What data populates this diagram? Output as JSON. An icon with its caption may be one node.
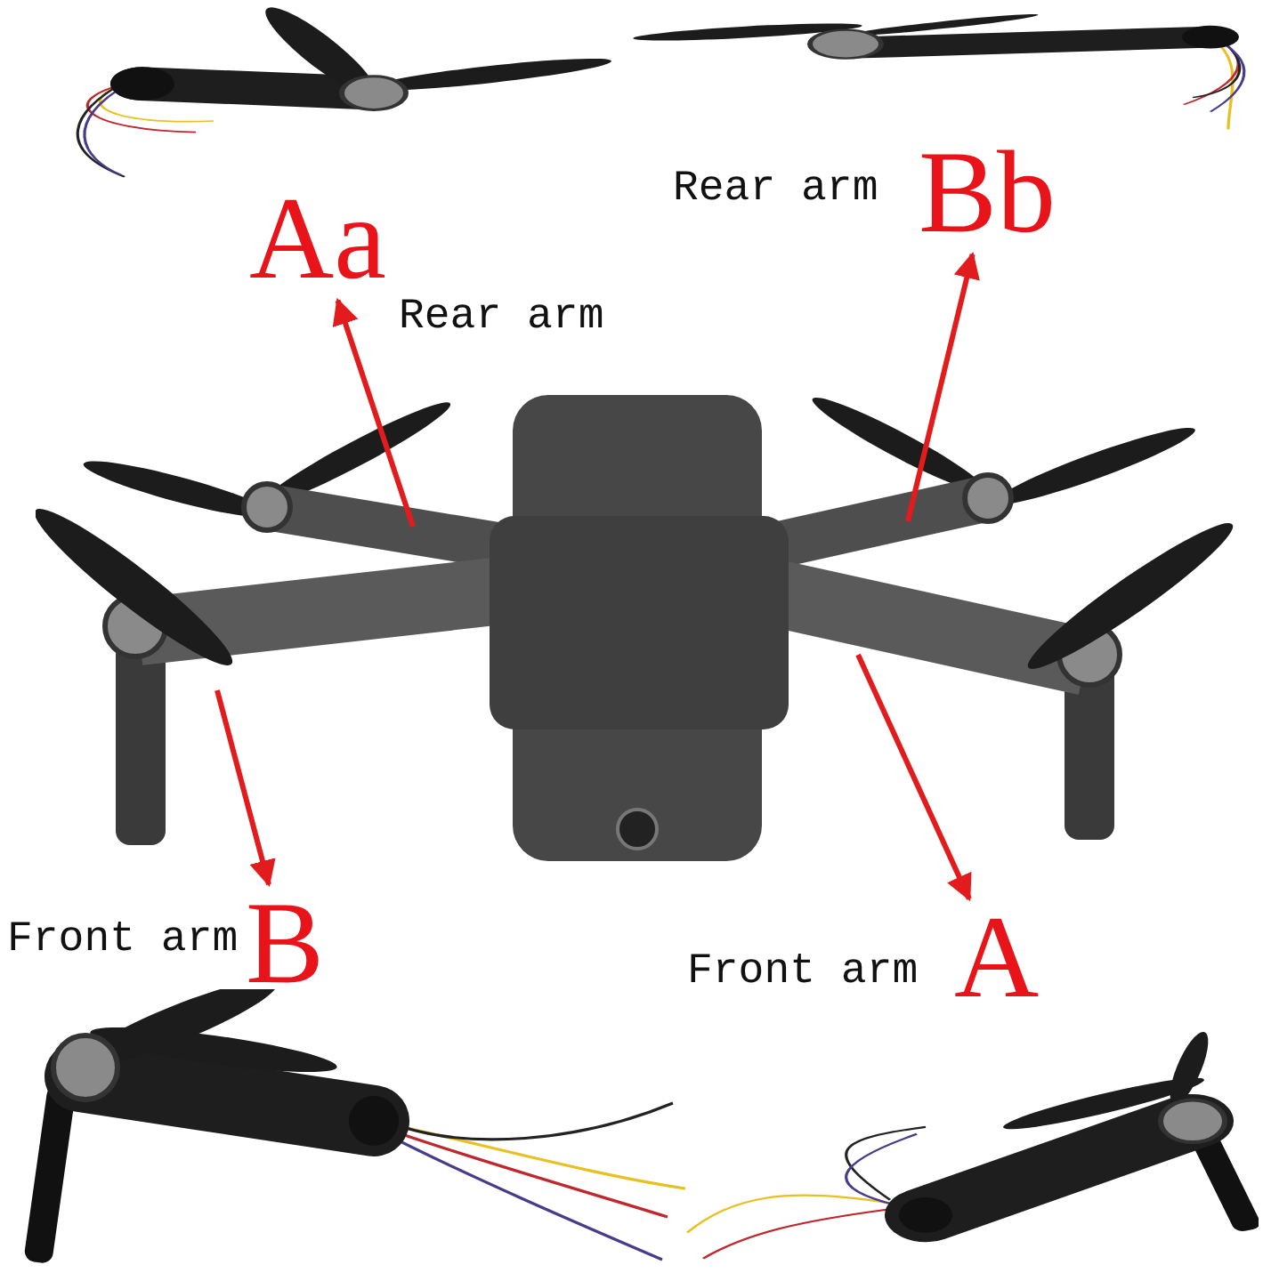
{
  "diagram": {
    "nodes": [
      {
        "text": [],
        "shape": "picture"
      },
      {
        "text": [],
        "shape": "picture"
      },
      {
        "text": [
          "Bb"
        ],
        "beside": [
          "Rear arm"
        ]
      },
      {
        "text": [
          "Aa"
        ],
        "beside": [
          "Rear arm"
        ]
      },
      {
        "text": [],
        "shape": "picture"
      },
      {
        "text": [
          "B"
        ],
        "beside": [
          "Front arm"
        ]
      },
      {
        "text": [
          "A"
        ],
        "beside": [
          "Front arm"
        ]
      },
      {
        "text": [],
        "shape": "picture"
      },
      {
        "text": [],
        "shape": "picture"
      }
    ],
    "edges": [
      {
        "from": 4,
        "to": 3,
        "arrow": "to"
      },
      {
        "from": 4,
        "to": 2,
        "arrow": "to"
      },
      {
        "from": 4,
        "to": 5,
        "arrow": "to"
      },
      {
        "from": 4,
        "to": 6,
        "arrow": "to"
      }
    ]
  }
}
